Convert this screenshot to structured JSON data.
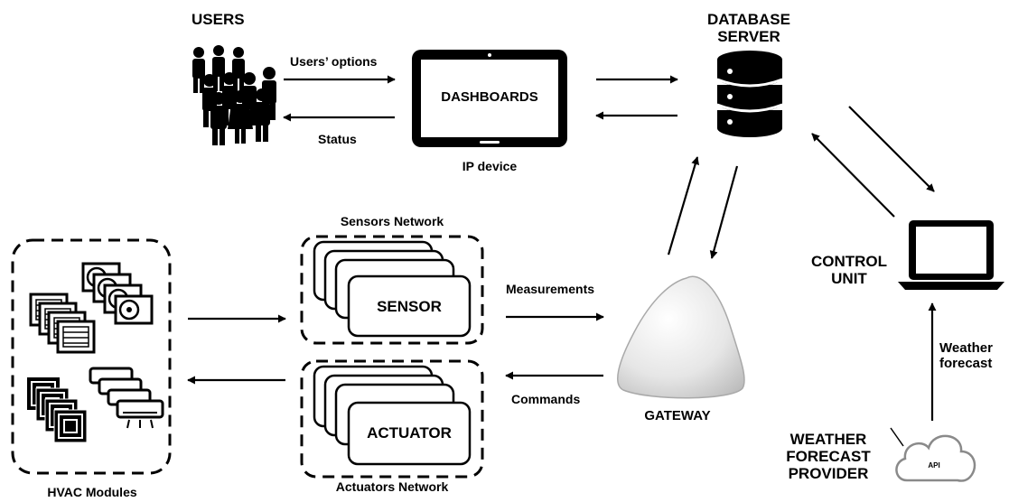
{
  "labels": {
    "users": "USERS",
    "users_options": "Users’ options",
    "status": "Status",
    "dashboards": "DASHBOARDS",
    "ip_device": "IP device",
    "database_server": "DATABASE\nSERVER",
    "sensors_network": "Sensors Network",
    "sensor": "SENSOR",
    "actuator": "ACTUATOR",
    "actuators_network": "Actuators Network",
    "measurements": "Measurements",
    "commands": "Commands",
    "gateway": "GATEWAY",
    "hvac_modules": "HVAC Modules",
    "control_unit": "CONTROL\nUNIT",
    "weather_forecast": "Weather\nforecast",
    "weather_forecast_provider": "WEATHER\nFORECAST\nPROVIDER",
    "api": "API"
  }
}
